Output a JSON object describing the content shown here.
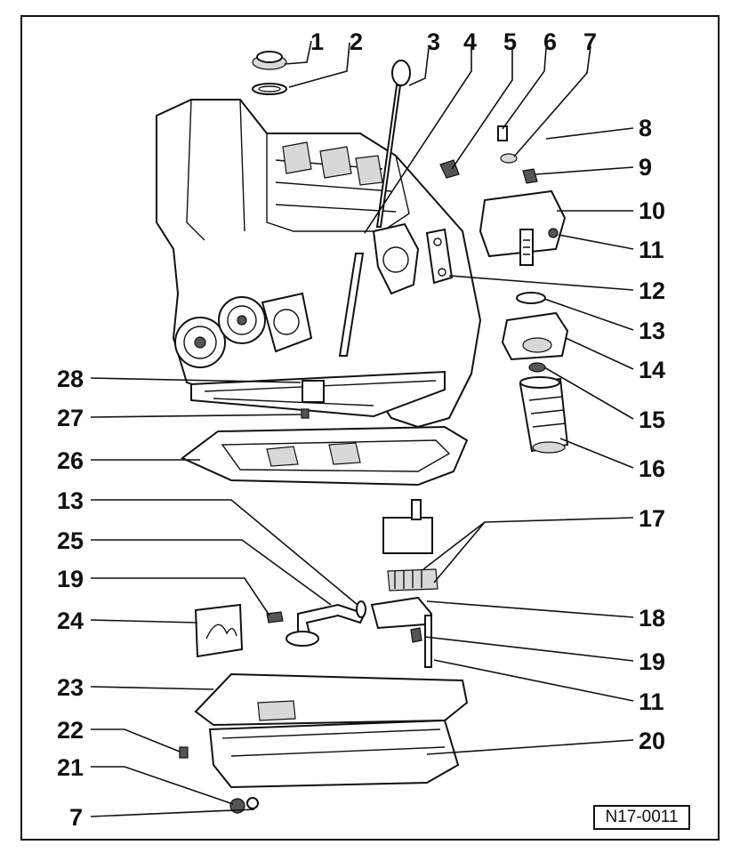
{
  "diagram": {
    "reference_code": "N17-0011",
    "callouts": [
      {
        "id": "c1",
        "text": "1"
      },
      {
        "id": "c2",
        "text": "2"
      },
      {
        "id": "c3",
        "text": "3"
      },
      {
        "id": "c4",
        "text": "4"
      },
      {
        "id": "c5",
        "text": "5"
      },
      {
        "id": "c6",
        "text": "6"
      },
      {
        "id": "c7a",
        "text": "7"
      },
      {
        "id": "c8",
        "text": "8"
      },
      {
        "id": "c9",
        "text": "9"
      },
      {
        "id": "c10",
        "text": "10"
      },
      {
        "id": "c11a",
        "text": "11"
      },
      {
        "id": "c12",
        "text": "12"
      },
      {
        "id": "c13a",
        "text": "13"
      },
      {
        "id": "c14",
        "text": "14"
      },
      {
        "id": "c15",
        "text": "15"
      },
      {
        "id": "c16",
        "text": "16"
      },
      {
        "id": "c17",
        "text": "17"
      },
      {
        "id": "c18",
        "text": "18"
      },
      {
        "id": "c19a",
        "text": "19"
      },
      {
        "id": "c11b",
        "text": "11"
      },
      {
        "id": "c20",
        "text": "20"
      },
      {
        "id": "c28",
        "text": "28"
      },
      {
        "id": "c27",
        "text": "27"
      },
      {
        "id": "c26",
        "text": "26"
      },
      {
        "id": "c13b",
        "text": "13"
      },
      {
        "id": "c25",
        "text": "25"
      },
      {
        "id": "c19b",
        "text": "19"
      },
      {
        "id": "c24",
        "text": "24"
      },
      {
        "id": "c23",
        "text": "23"
      },
      {
        "id": "c22",
        "text": "22"
      },
      {
        "id": "c21",
        "text": "21"
      },
      {
        "id": "c7b",
        "text": "7"
      }
    ]
  }
}
